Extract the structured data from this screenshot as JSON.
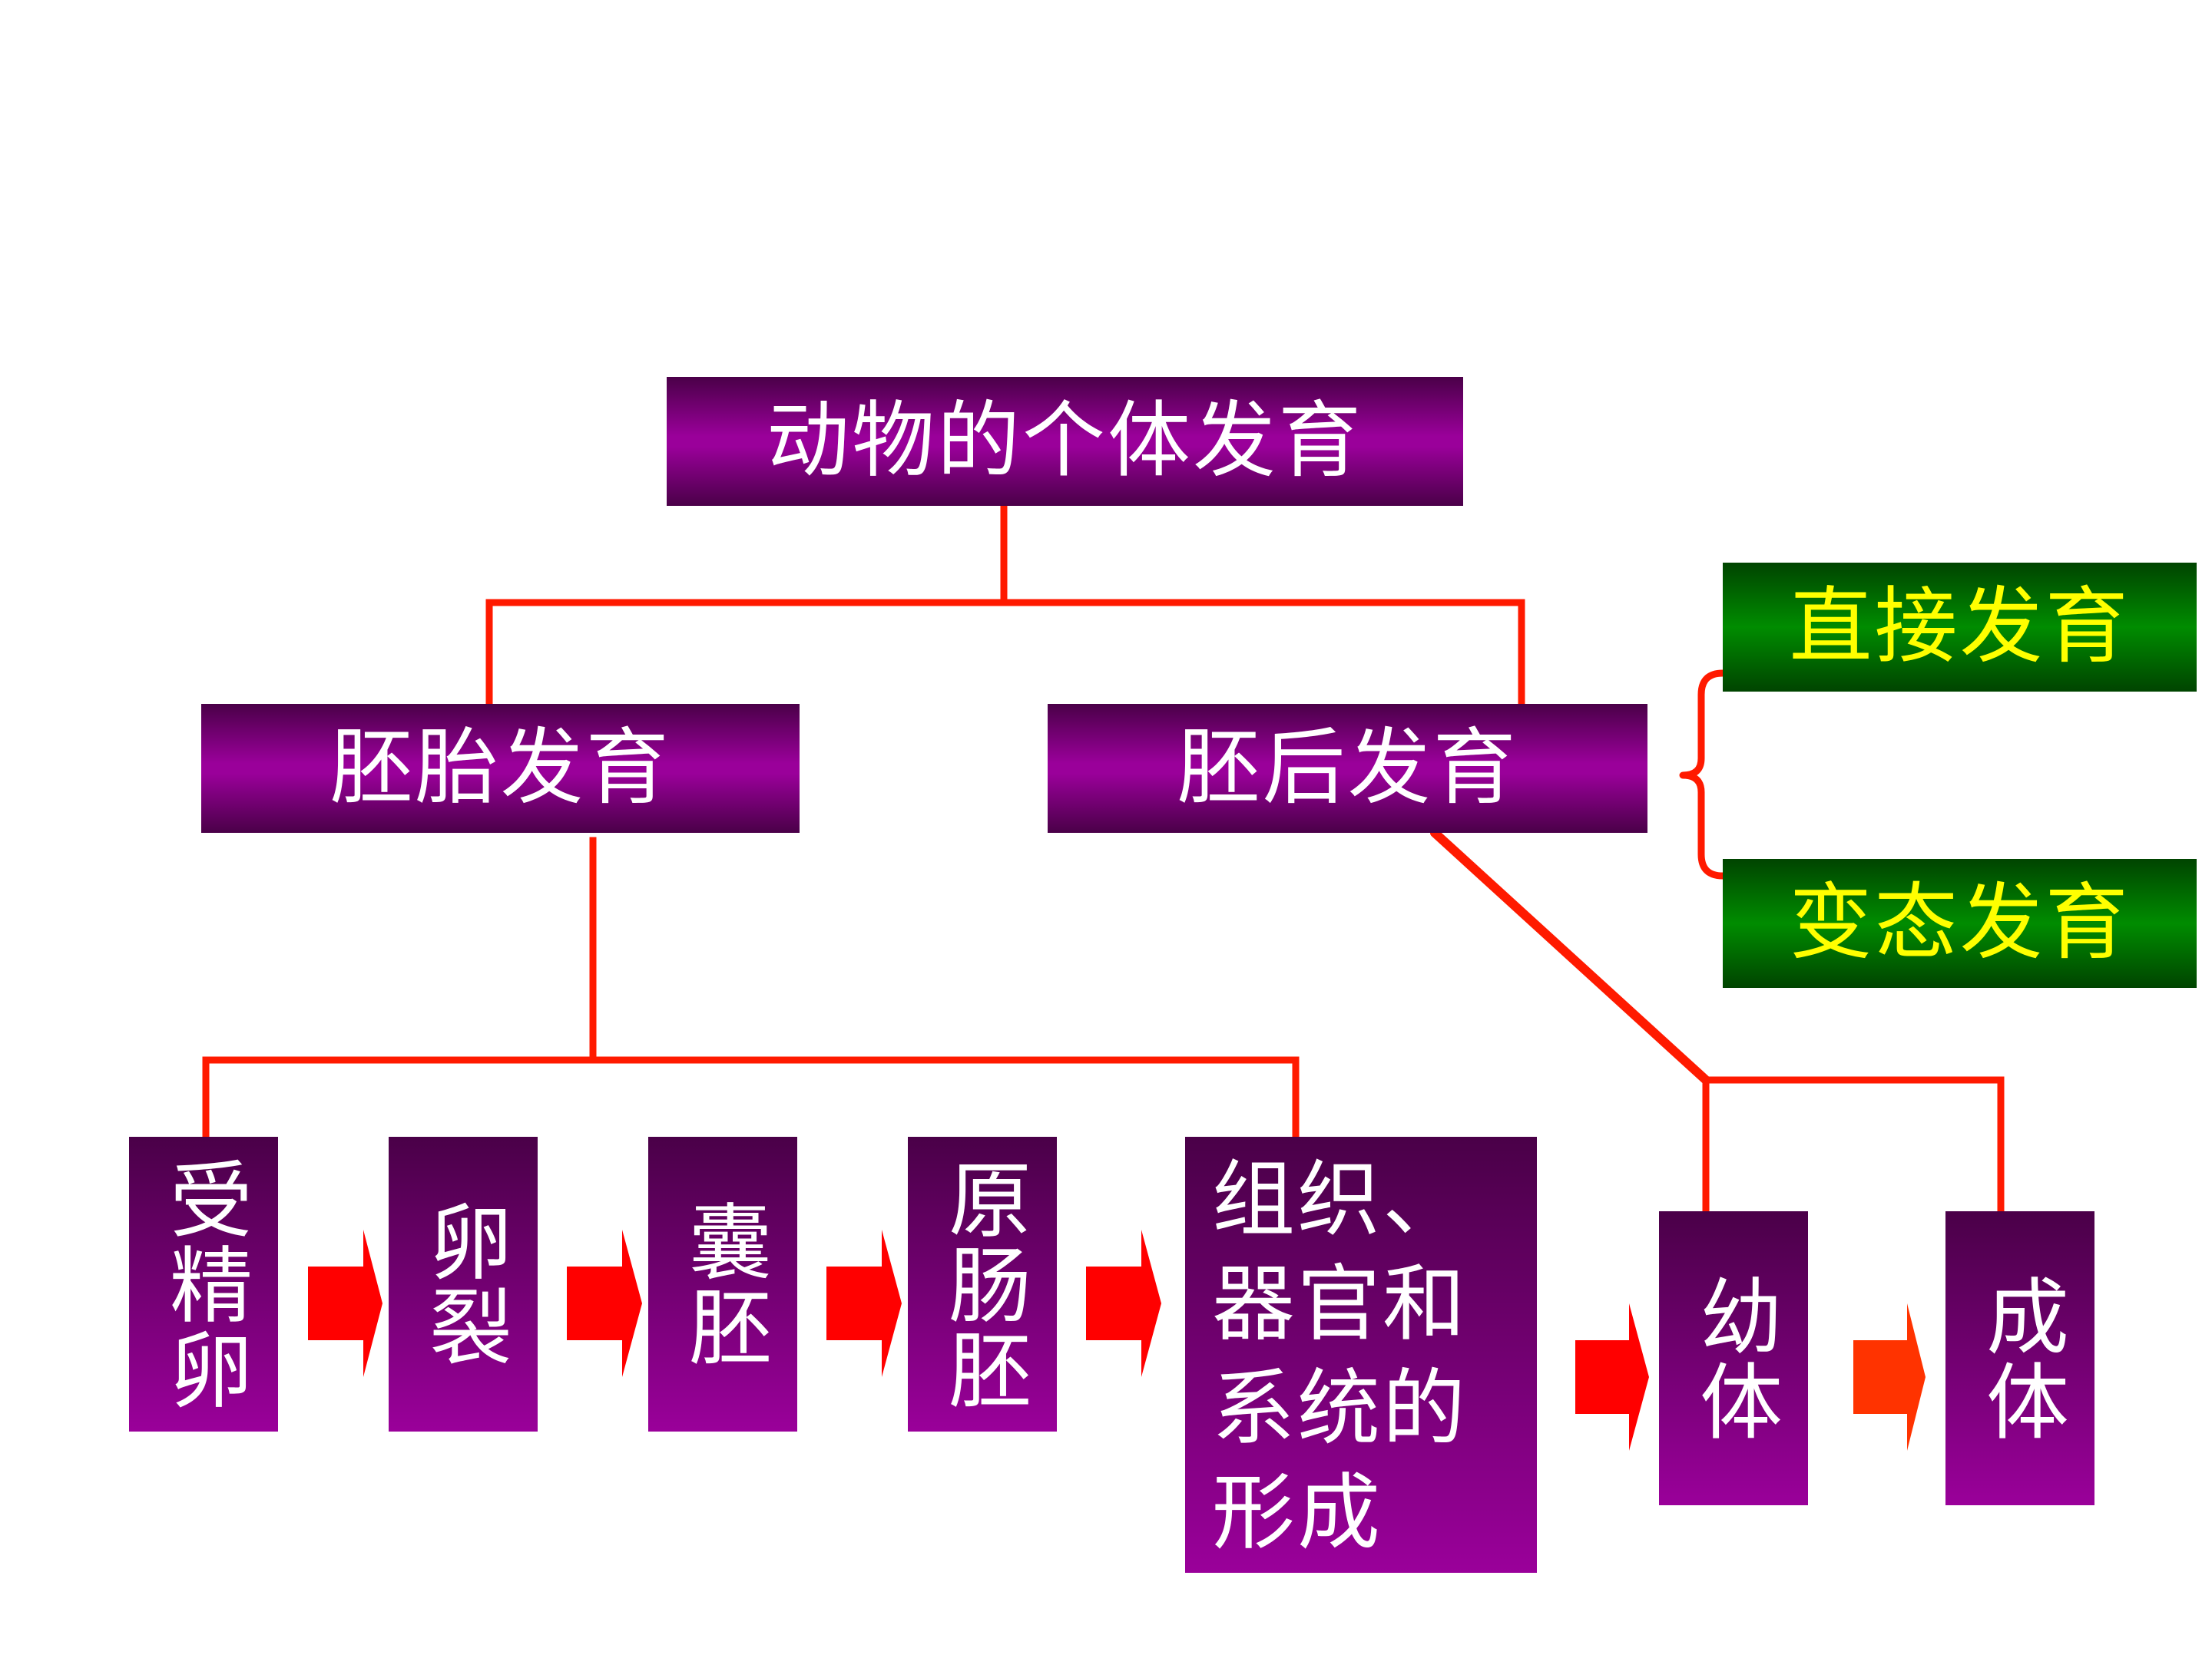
{
  "diagram": {
    "root": "动物的个体发育",
    "embryonic_development": "胚胎发育",
    "post_embryonic_development": "胚后发育",
    "post_embryonic_types": [
      "直接发育",
      "变态发育"
    ],
    "embryonic_stages": [
      "受精卵",
      "卵裂",
      "囊胚",
      "原肠胚"
    ],
    "organ_formation": [
      "组织、",
      "器官和",
      "系统的",
      "形成"
    ],
    "post_embryonic_stages": [
      "幼体",
      "成体"
    ]
  },
  "colors": {
    "box_purple_dark": "#4a0048",
    "box_purple_light": "#9a009a",
    "box_green_dark": "#004400",
    "box_green_light": "#008c00",
    "box_text": "#ffffff",
    "green_box_text": "#ffff00",
    "connector": "#ff1a00",
    "arrow": "#ff0000",
    "arrow_alt": "#ff3300"
  }
}
